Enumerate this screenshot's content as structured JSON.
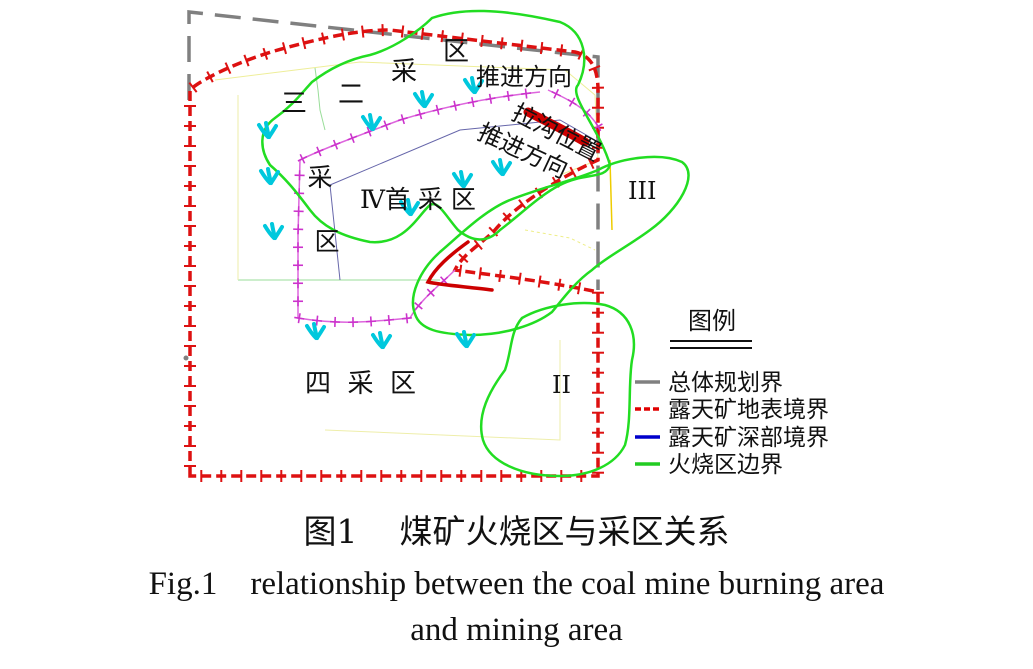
{
  "diagram": {
    "labels": {
      "zone_1a": "三",
      "zone_1b": "二",
      "zone_1c": "采",
      "zone_1d": "区",
      "direction_1": "推进方向",
      "direction_2": "推进方向",
      "ditch": "拉沟位置",
      "zone_first": "Ⅳ首 采 区",
      "zone_3a": "采",
      "zone_3b": "区",
      "zone_4": "四  采  区",
      "fire_3": "III",
      "fire_2": "II"
    },
    "legend": {
      "title": "图例",
      "items": [
        {
          "label": "总体规划界",
          "color": "#808080"
        },
        {
          "label": "露天矿地表境界",
          "color": "#e00000"
        },
        {
          "label": "露天矿深部境界",
          "color": "#0000cc"
        },
        {
          "label": "火烧区边界",
          "color": "#22cc22"
        }
      ]
    },
    "colors": {
      "fire_boundary": "#22dd22",
      "surface_boundary": "#dd1111",
      "planning_boundary": "#808080",
      "deep_boundary": "#3333aa",
      "mining_sequence": "#cc33cc",
      "fire_symbol": "#00c8dd",
      "ditch": "#cc0000"
    }
  },
  "caption": {
    "chinese": "图1    煤矿火烧区与采区关系",
    "english_line1": "Fig.1    relationship between the coal mine burning area",
    "english_line2": "and mining area"
  }
}
